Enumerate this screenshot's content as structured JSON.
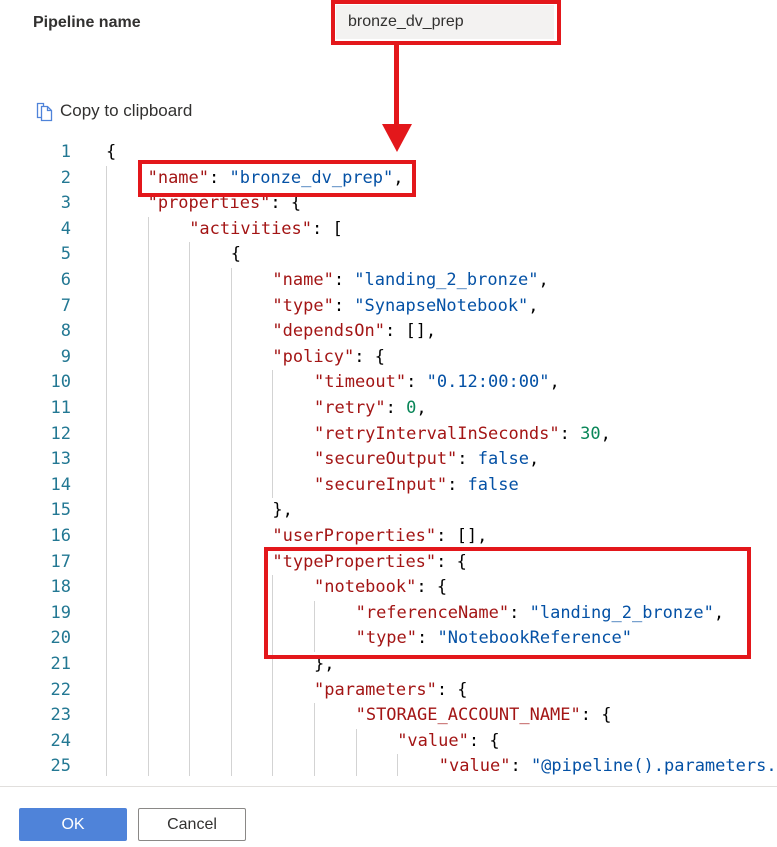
{
  "form": {
    "pipeline_name_label": "Pipeline name",
    "pipeline_name_value": "bronze_dv_prep"
  },
  "copy": {
    "label": "Copy to clipboard",
    "icon": "copy-icon"
  },
  "colors": {
    "key": "#a31515",
    "string": "#0451a5",
    "number": "#098658",
    "annotation": "#e3171b",
    "primary": "#4f83d9"
  },
  "code_lines": [
    {
      "n": "1",
      "indent": 0,
      "tokens": [
        [
          "p",
          "{"
        ]
      ]
    },
    {
      "n": "2",
      "indent": 1,
      "tokens": [
        [
          "k",
          "\"name\""
        ],
        [
          "p",
          ": "
        ],
        [
          "s",
          "\"bronze_dv_prep\""
        ],
        [
          "p",
          ","
        ]
      ]
    },
    {
      "n": "3",
      "indent": 1,
      "tokens": [
        [
          "k",
          "\"properties\""
        ],
        [
          "p",
          ": {"
        ]
      ]
    },
    {
      "n": "4",
      "indent": 2,
      "tokens": [
        [
          "k",
          "\"activities\""
        ],
        [
          "p",
          ": ["
        ]
      ]
    },
    {
      "n": "5",
      "indent": 3,
      "tokens": [
        [
          "p",
          "{"
        ]
      ]
    },
    {
      "n": "6",
      "indent": 4,
      "tokens": [
        [
          "k",
          "\"name\""
        ],
        [
          "p",
          ": "
        ],
        [
          "s",
          "\"landing_2_bronze\""
        ],
        [
          "p",
          ","
        ]
      ]
    },
    {
      "n": "7",
      "indent": 4,
      "tokens": [
        [
          "k",
          "\"type\""
        ],
        [
          "p",
          ": "
        ],
        [
          "s",
          "\"SynapseNotebook\""
        ],
        [
          "p",
          ","
        ]
      ]
    },
    {
      "n": "8",
      "indent": 4,
      "tokens": [
        [
          "k",
          "\"dependsOn\""
        ],
        [
          "p",
          ": [],"
        ]
      ]
    },
    {
      "n": "9",
      "indent": 4,
      "tokens": [
        [
          "k",
          "\"policy\""
        ],
        [
          "p",
          ": {"
        ]
      ]
    },
    {
      "n": "10",
      "indent": 5,
      "tokens": [
        [
          "k",
          "\"timeout\""
        ],
        [
          "p",
          ": "
        ],
        [
          "s",
          "\"0.12:00:00\""
        ],
        [
          "p",
          ","
        ]
      ]
    },
    {
      "n": "11",
      "indent": 5,
      "tokens": [
        [
          "k",
          "\"retry\""
        ],
        [
          "p",
          ": "
        ],
        [
          "n",
          "0"
        ],
        [
          "p",
          ","
        ]
      ]
    },
    {
      "n": "12",
      "indent": 5,
      "tokens": [
        [
          "k",
          "\"retryIntervalInSeconds\""
        ],
        [
          "p",
          ": "
        ],
        [
          "n",
          "30"
        ],
        [
          "p",
          ","
        ]
      ]
    },
    {
      "n": "13",
      "indent": 5,
      "tokens": [
        [
          "k",
          "\"secureOutput\""
        ],
        [
          "p",
          ": "
        ],
        [
          "b",
          "false"
        ],
        [
          "p",
          ","
        ]
      ]
    },
    {
      "n": "14",
      "indent": 5,
      "tokens": [
        [
          "k",
          "\"secureInput\""
        ],
        [
          "p",
          ": "
        ],
        [
          "b",
          "false"
        ]
      ]
    },
    {
      "n": "15",
      "indent": 4,
      "tokens": [
        [
          "p",
          "},"
        ]
      ]
    },
    {
      "n": "16",
      "indent": 4,
      "tokens": [
        [
          "k",
          "\"userProperties\""
        ],
        [
          "p",
          ": [],"
        ]
      ]
    },
    {
      "n": "17",
      "indent": 4,
      "tokens": [
        [
          "k",
          "\"typeProperties\""
        ],
        [
          "p",
          ": {"
        ]
      ]
    },
    {
      "n": "18",
      "indent": 5,
      "tokens": [
        [
          "k",
          "\"notebook\""
        ],
        [
          "p",
          ": {"
        ]
      ]
    },
    {
      "n": "19",
      "indent": 6,
      "tokens": [
        [
          "k",
          "\"referenceName\""
        ],
        [
          "p",
          ": "
        ],
        [
          "s",
          "\"landing_2_bronze\""
        ],
        [
          "p",
          ","
        ]
      ]
    },
    {
      "n": "20",
      "indent": 6,
      "tokens": [
        [
          "k",
          "\"type\""
        ],
        [
          "p",
          ": "
        ],
        [
          "s",
          "\"NotebookReference\""
        ]
      ]
    },
    {
      "n": "21",
      "indent": 5,
      "tokens": [
        [
          "p",
          "},"
        ]
      ]
    },
    {
      "n": "22",
      "indent": 5,
      "tokens": [
        [
          "k",
          "\"parameters\""
        ],
        [
          "p",
          ": {"
        ]
      ]
    },
    {
      "n": "23",
      "indent": 6,
      "tokens": [
        [
          "k",
          "\"STORAGE_ACCOUNT_NAME\""
        ],
        [
          "p",
          ": {"
        ]
      ]
    },
    {
      "n": "24",
      "indent": 7,
      "tokens": [
        [
          "k",
          "\"value\""
        ],
        [
          "p",
          ": {"
        ]
      ]
    },
    {
      "n": "25",
      "indent": 8,
      "tokens": [
        [
          "k",
          "\"value\""
        ],
        [
          "p",
          ": "
        ],
        [
          "s",
          "\"@pipeline().parameters."
        ]
      ]
    }
  ],
  "footer": {
    "ok_label": "OK",
    "cancel_label": "Cancel"
  }
}
